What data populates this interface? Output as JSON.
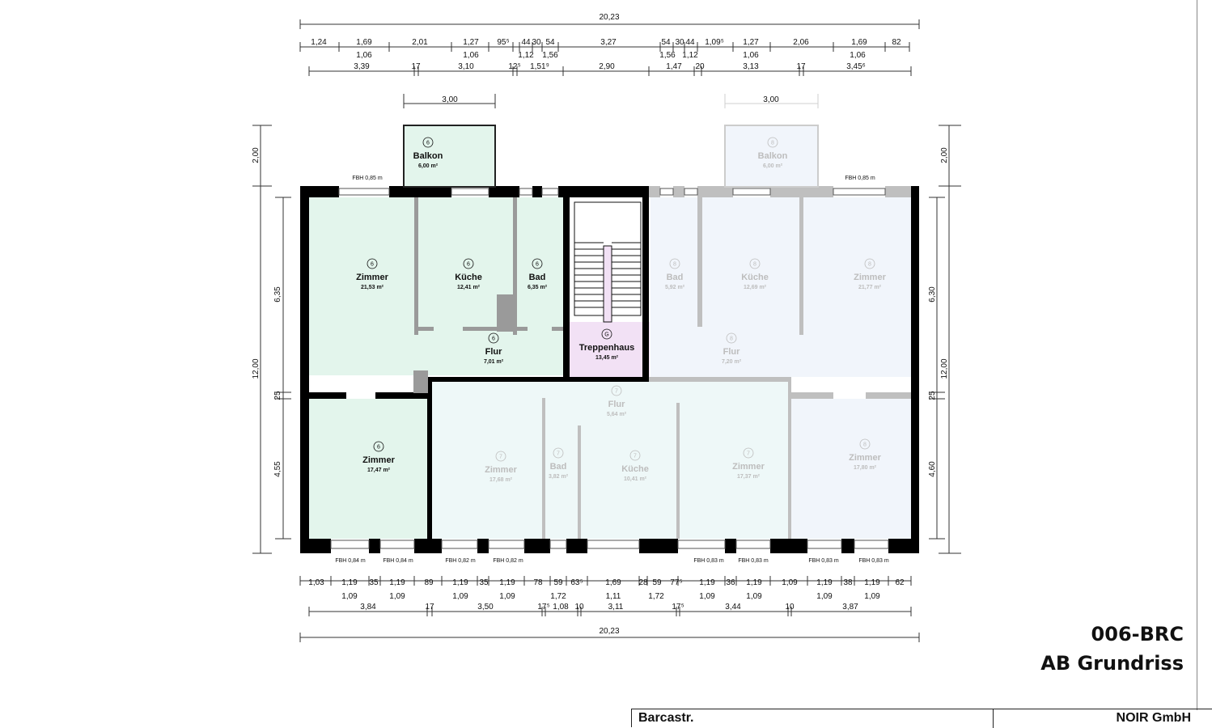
{
  "drawing": {
    "project_code": "006-BRC",
    "sheet_title": "AB Grundriss",
    "street": "Barcastr.",
    "company": "NOIR GmbH"
  },
  "colors": {
    "unit6_fill": "#e3f5ec",
    "unit7_fill": "#eef8f8",
    "unit8_fill": "#f1f5fb",
    "stair_fill": "#f2e1f5",
    "wall": "#000000",
    "faded_wall": "#bfbfbf",
    "window_red": "#d9534f"
  },
  "rooms": [
    {
      "unit": "6",
      "name": "Balkon",
      "area": "6,00 m²",
      "faded": false
    },
    {
      "unit": "6",
      "name": "Zimmer",
      "area": "21,53 m²",
      "faded": false
    },
    {
      "unit": "6",
      "name": "Küche",
      "area": "12,41 m²",
      "faded": false
    },
    {
      "unit": "6",
      "name": "Bad",
      "area": "6,35 m²",
      "faded": false
    },
    {
      "unit": "6",
      "name": "Flur",
      "area": "7,01 m²",
      "faded": false
    },
    {
      "unit": "6",
      "name": "Zimmer",
      "area": "17,47 m²",
      "faded": false
    },
    {
      "unit": "G",
      "name": "Treppenhaus",
      "area": "13,45 m²",
      "faded": false
    },
    {
      "unit": "7",
      "name": "Flur",
      "area": "5,64 m²",
      "faded": true
    },
    {
      "unit": "7",
      "name": "Zimmer",
      "area": "17,68 m²",
      "faded": true
    },
    {
      "unit": "7",
      "name": "Bad",
      "area": "3,82 m²",
      "faded": true
    },
    {
      "unit": "7",
      "name": "Küche",
      "area": "10,41 m²",
      "faded": true
    },
    {
      "unit": "7",
      "name": "Zimmer",
      "area": "17,37 m²",
      "faded": true
    },
    {
      "unit": "8",
      "name": "Balkon",
      "area": "6,00 m²",
      "faded": true
    },
    {
      "unit": "8",
      "name": "Bad",
      "area": "5,92 m²",
      "faded": true
    },
    {
      "unit": "8",
      "name": "Küche",
      "area": "12,69 m²",
      "faded": true
    },
    {
      "unit": "8",
      "name": "Zimmer",
      "area": "21,77 m²",
      "faded": true
    },
    {
      "unit": "8",
      "name": "Flur",
      "area": "7,20 m²",
      "faded": true
    },
    {
      "unit": "8",
      "name": "Zimmer",
      "area": "17,80 m²",
      "faded": true
    }
  ],
  "window_heights": {
    "top_left": "FBH 0,85 m",
    "top_right": "FBH 0,85 m",
    "bottom": [
      "FBH 0,84 m",
      "FBH 0,84 m",
      "FBH 0,82 m",
      "FBH 0,82 m",
      "FBH 0,83 m",
      "FBH 0,83 m",
      "FBH 0,83 m",
      "FBH 0,83 m"
    ]
  },
  "dimensions": {
    "overall_top": "20,23",
    "top_row1": [
      "1,24",
      "1,69",
      "2,01",
      "1,27",
      "95⁵",
      "44",
      "30",
      "54",
      "3,27",
      "54",
      "30",
      "44",
      "1,09⁵",
      "1,27",
      "2,06",
      "1,69",
      "82"
    ],
    "top_row2": [
      "1,06",
      "1,06",
      "1,12",
      "1,56",
      "1,56",
      "1,12",
      "1,06",
      "1,06"
    ],
    "top_row3": [
      "3,39",
      "17",
      "3,10",
      "12⁵",
      "1,51⁹",
      "2,90",
      "1,47",
      "20",
      "3,13",
      "17",
      "3,45⁶"
    ],
    "balcony_width_left": "3,00",
    "balcony_width_right": "3,00",
    "balcony_depth_left": "2,00",
    "balcony_depth_right": "2,00",
    "left_total": "12,00",
    "left_upper": "6,35",
    "left_wall": "25",
    "left_lower": "4,55",
    "right_total": "12,00",
    "right_upper": "6,30",
    "right_wall": "25",
    "right_lower": "4,60",
    "bottom_row1": [
      "1,03",
      "1,19",
      "35",
      "1,19",
      "89",
      "1,19",
      "35",
      "1,19",
      "78",
      "59",
      "63⁵",
      "1,69",
      "28",
      "59",
      "77⁵",
      "1,19",
      "36",
      "1,19",
      "1,09",
      "1,19",
      "38",
      "1,19",
      "62"
    ],
    "bottom_row2": [
      "1,09",
      "1,09",
      "1,09",
      "1,09",
      "1,72",
      "1,11",
      "1,72",
      "1,09",
      "1,09",
      "1,09",
      "1,09"
    ],
    "bottom_row3": [
      "3,84",
      "17",
      "3,50",
      "17⁵",
      "1,08",
      "10",
      "3,11",
      "17⁵",
      "3,44",
      "10",
      "3,87"
    ],
    "overall_bottom": "20,23"
  }
}
